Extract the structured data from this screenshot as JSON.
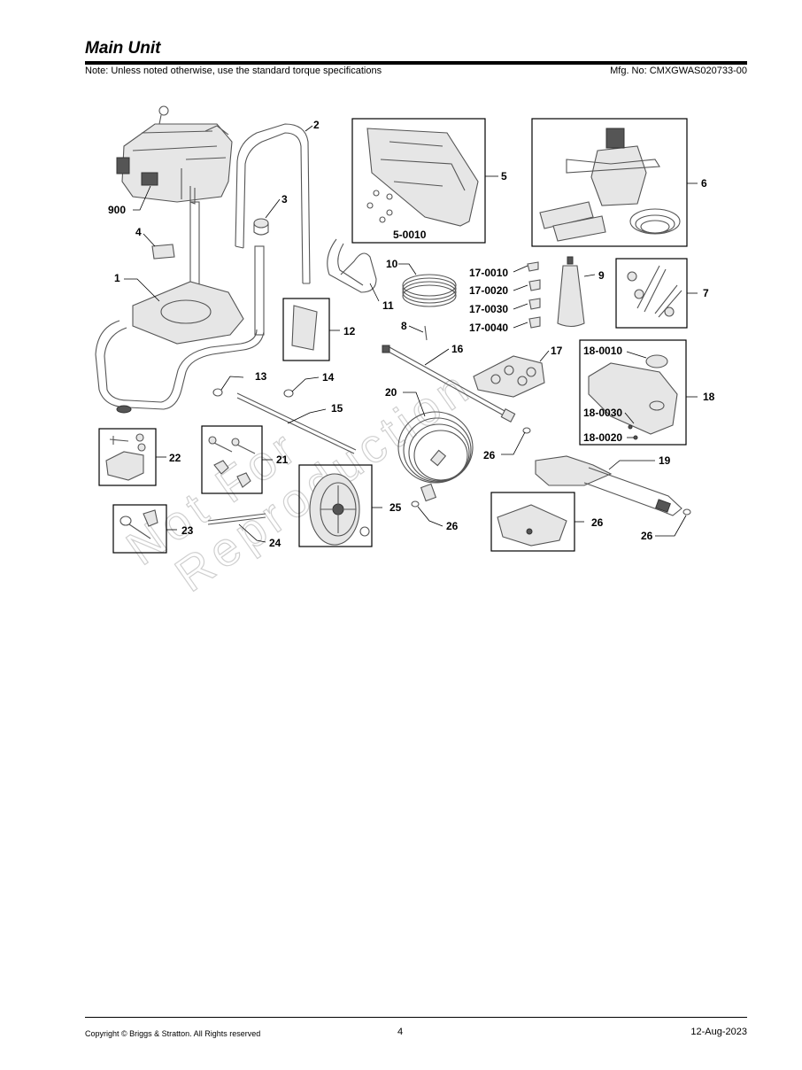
{
  "header": {
    "title": "Main Unit",
    "note": "Note: Unless noted otherwise, use the standard torque specifications",
    "mfg_no": "Mfg. No: CMXGWAS020733-00"
  },
  "watermark": {
    "line1": "Not For",
    "line2": "Reproduction"
  },
  "callouts": {
    "c900": "900",
    "c2": "2",
    "c5": "5",
    "c6": "6",
    "c3": "3",
    "c4": "4",
    "c5_0010": "5-0010",
    "c1": "1",
    "c10": "10",
    "c17_0010": "17-0010",
    "c9": "9",
    "c7": "7",
    "c17_0020": "17-0020",
    "c11": "11",
    "c17_0030": "17-0030",
    "c12": "12",
    "c8": "8",
    "c17_0040": "17-0040",
    "c16": "16",
    "c17": "17",
    "c18_0010": "18-0010",
    "c13": "13",
    "c14": "14",
    "c20": "20",
    "c18": "18",
    "c15": "15",
    "c18_0030": "18-0030",
    "c18_0020": "18-0020",
    "c22": "22",
    "c26a": "26",
    "c21": "21",
    "c19": "19",
    "c25": "25",
    "c26b": "26",
    "c26c": "26",
    "c23": "23",
    "c26d": "26",
    "c24": "24"
  },
  "footer": {
    "copyright": "Copyright ©  Briggs & Stratton. All Rights reserved",
    "page": "4",
    "date": "12-Aug-2023"
  }
}
